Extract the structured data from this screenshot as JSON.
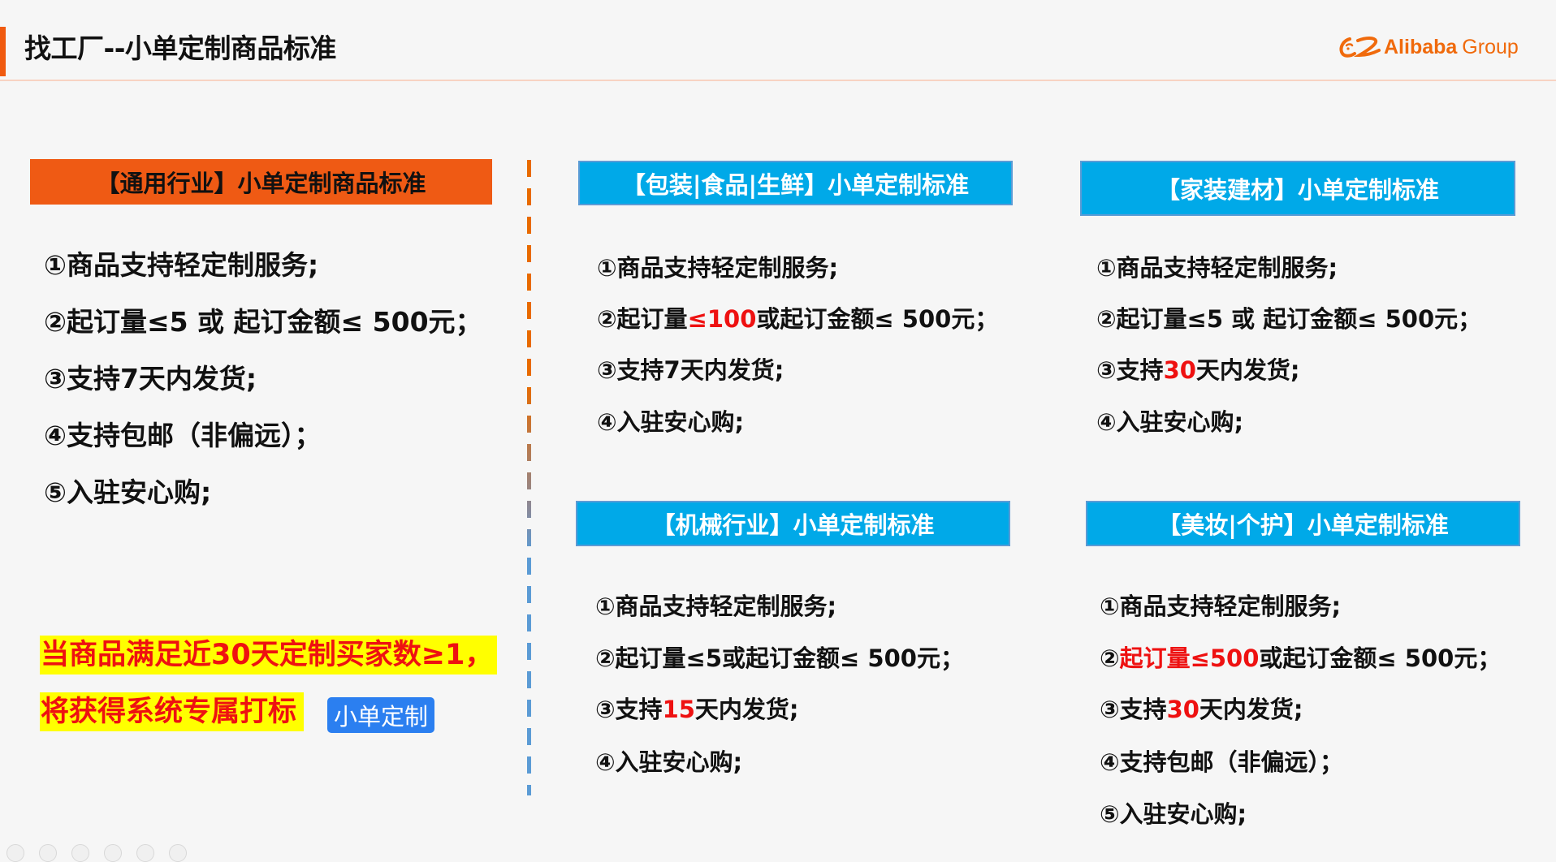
{
  "header": {
    "title": "找工厂--小单定制商品标准",
    "logo": {
      "brand": "Alibaba",
      "suffix": "Group",
      "icon": "alibaba-logo-icon",
      "color": "#f06a0c"
    },
    "accent_color": "#f05a0f"
  },
  "general": {
    "title": "【通用行业】小单定制商品标准",
    "color": "#ef5a14",
    "rules": [
      {
        "pre": "①商品支持轻定制服务;",
        "hl": "",
        "post": ""
      },
      {
        "pre": "②起订量≤5 或 起订金额≤ 500元；",
        "hl": "",
        "post": ""
      },
      {
        "pre": "③支持7天内发货;",
        "hl": "",
        "post": ""
      },
      {
        "pre": "④支持包邮（非偏远）；",
        "hl": "",
        "post": ""
      },
      {
        "pre": "⑤入驻安心购;",
        "hl": "",
        "post": ""
      }
    ],
    "notice_line1": "当商品满足近30天定制买家数≥1，",
    "notice_line2": "将获得系统专属打标",
    "badge": "小单定制"
  },
  "packaging": {
    "title": "【包装|食品|生鲜】小单定制标准",
    "rules": [
      {
        "pre": "①商品支持轻定制服务;",
        "hl": "",
        "post": ""
      },
      {
        "pre": "②起订量",
        "hl": "≤100",
        "post": "或起订金额≤ 500元；"
      },
      {
        "pre": "③支持7天内发货;",
        "hl": "",
        "post": ""
      },
      {
        "pre": "④入驻安心购;",
        "hl": "",
        "post": ""
      }
    ]
  },
  "home_building": {
    "title": "【家装建材】小单定制标准",
    "rules": [
      {
        "pre": "①商品支持轻定制服务;",
        "hl": "",
        "post": ""
      },
      {
        "pre": "②起订量≤5 或 起订金额≤ 500元；",
        "hl": "",
        "post": ""
      },
      {
        "pre": "③支持",
        "hl": "30",
        "post": "天内发货;"
      },
      {
        "pre": "④入驻安心购;",
        "hl": "",
        "post": ""
      }
    ]
  },
  "machinery": {
    "title": "【机械行业】小单定制标准",
    "rules": [
      {
        "pre": "①商品支持轻定制服务;",
        "hl": "",
        "post": ""
      },
      {
        "pre": "②起订量≤5或起订金额≤ 500元；",
        "hl": "",
        "post": ""
      },
      {
        "pre": "③支持",
        "hl": "15",
        "post": "天内发货;"
      },
      {
        "pre": "④入驻安心购;",
        "hl": "",
        "post": ""
      }
    ]
  },
  "beauty": {
    "title": "【美妆|个护】小单定制标准",
    "rules": [
      {
        "pre": "①商品支持轻定制服务;",
        "hl": "",
        "post": ""
      },
      {
        "pre": "②",
        "hl": "起订量≤500",
        "post": "或起订金额≤ 500元；"
      },
      {
        "pre": "③支持",
        "hl": "30",
        "post": "天内发货;"
      },
      {
        "pre": "④支持包邮（非偏远）；",
        "hl": "",
        "post": ""
      },
      {
        "pre": "⑤入驻安心购;",
        "hl": "",
        "post": ""
      }
    ]
  },
  "colors": {
    "section_blue": "#00a9e8",
    "highlight_red": "#ee1111",
    "notice_bg": "#ffff00",
    "badge_blue": "#2b7ff0"
  }
}
